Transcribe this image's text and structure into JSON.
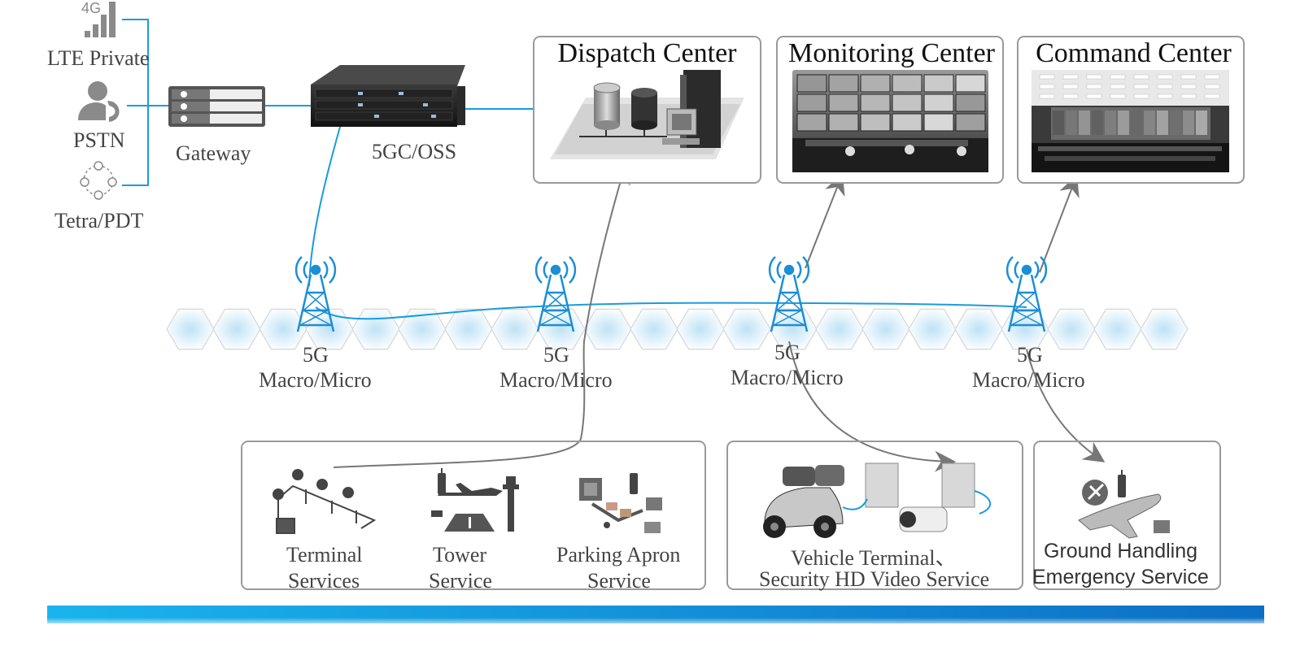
{
  "sources": [
    {
      "badge": "4G",
      "label": "LTE Private",
      "icon": "signal-bars-icon"
    },
    {
      "label": "PSTN",
      "icon": "telephone-user-icon"
    },
    {
      "label": "Tetra/PDT",
      "icon": "trunk-radio-network-icon"
    }
  ],
  "gateway": {
    "label": "Gateway",
    "icon": "gateway-server-icon"
  },
  "core": {
    "label": "5GC/OSS",
    "icon": "rack-server-icon"
  },
  "centers": [
    {
      "title": "Dispatch Center",
      "icon": "database-computer-icon"
    },
    {
      "title": "Monitoring Center",
      "icon": "video-wall-photo"
    },
    {
      "title": "Command Center",
      "icon": "command-hall-photo"
    }
  ],
  "towers": [
    {
      "line1": "5G",
      "line2": "Macro/Micro"
    },
    {
      "line1": "5G",
      "line2": "Macro/Micro"
    },
    {
      "line1": "5G",
      "line2": "Macro/Micro"
    },
    {
      "line1": "5G",
      "line2": "Macro/Micro"
    }
  ],
  "services": {
    "terminal": {
      "line1": "Terminal",
      "line2": "Services"
    },
    "tower": {
      "line1": "Tower",
      "line2": "Service"
    },
    "apron": {
      "line1": "Parking Apron",
      "line2": "Service"
    },
    "vehicle": {
      "line1": "Vehicle Terminal、",
      "line2": "Security HD Video Service"
    },
    "ground": {
      "line1": "Ground Handling",
      "line2": "Emergency Service"
    }
  },
  "colors": {
    "link_blue": "#1a9be0",
    "arrow_gray": "#777777",
    "box_border": "#9a9a9a",
    "bar_start": "#1ab4ec",
    "bar_end": "#0c6fc4"
  }
}
